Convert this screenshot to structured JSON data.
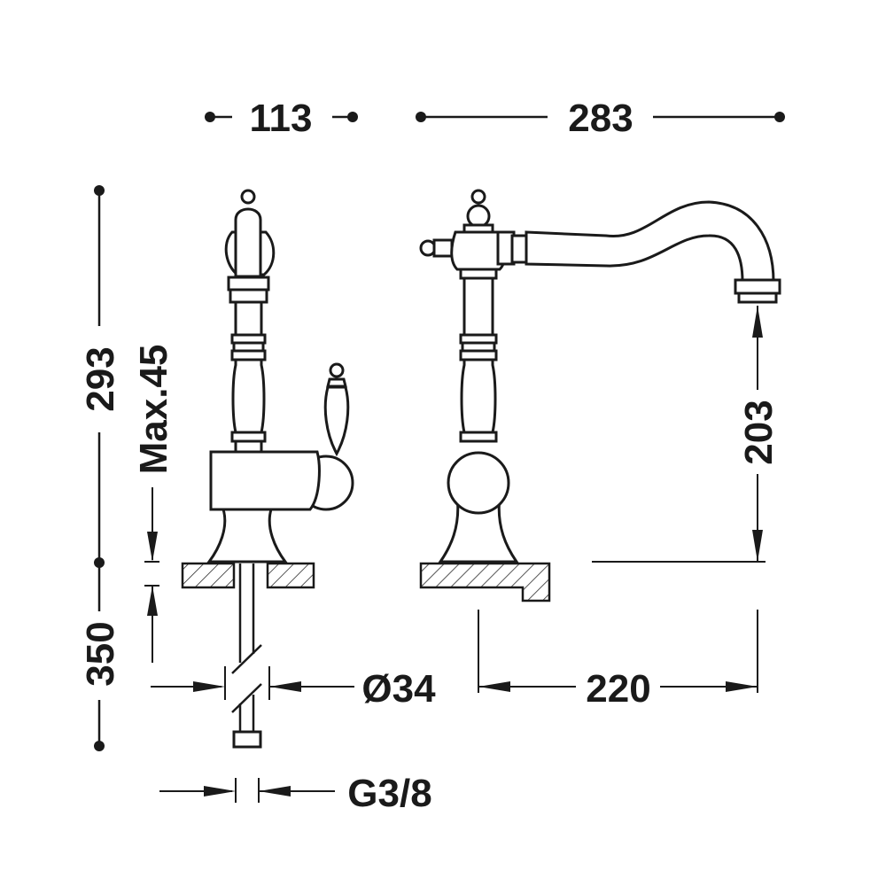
{
  "dimensions": {
    "side_width": "113",
    "total_reach": "283",
    "total_height": "293",
    "max_thickness": "Max.45",
    "below_counter": "350",
    "hole_diameter": "Ø34",
    "spout_height": "203",
    "spout_reach": "220",
    "connection": "G3/8"
  },
  "colors": {
    "line": "#1a1a1a",
    "background": "#ffffff"
  }
}
